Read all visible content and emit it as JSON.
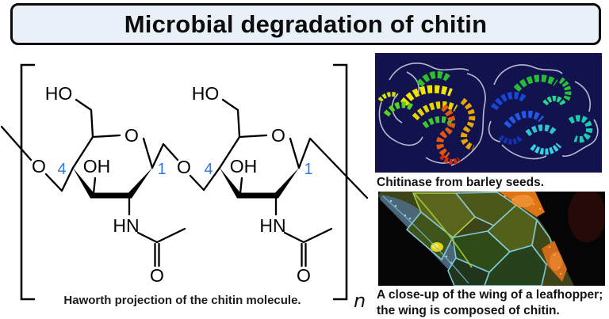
{
  "header": {
    "title": "Microbial degradation of chitin",
    "background": "#e9f0f8",
    "border_color": "#0a0a0a"
  },
  "molecule": {
    "caption": "Haworth projection of the chitin molecule.",
    "repeat_subscript": "n",
    "bond_color": "#000000",
    "position_number_color": "#2e7cdf",
    "labels": {
      "hydroxymethyl": "HO",
      "ring_oxygen": "O",
      "hydroxyl": "OH",
      "carbon4": "4",
      "carbon1": "1",
      "glycosidic_oxygen": "O",
      "amide": "HN",
      "carbonyl_oxygen": "O"
    }
  },
  "chitinase_figure": {
    "caption": "Chitinase from barley seeds.",
    "background": "#12124e"
  },
  "wing_figure": {
    "caption_line1": "A close-up of the wing of a leafhopper;",
    "caption_line2": "the wing is composed of chitin."
  }
}
